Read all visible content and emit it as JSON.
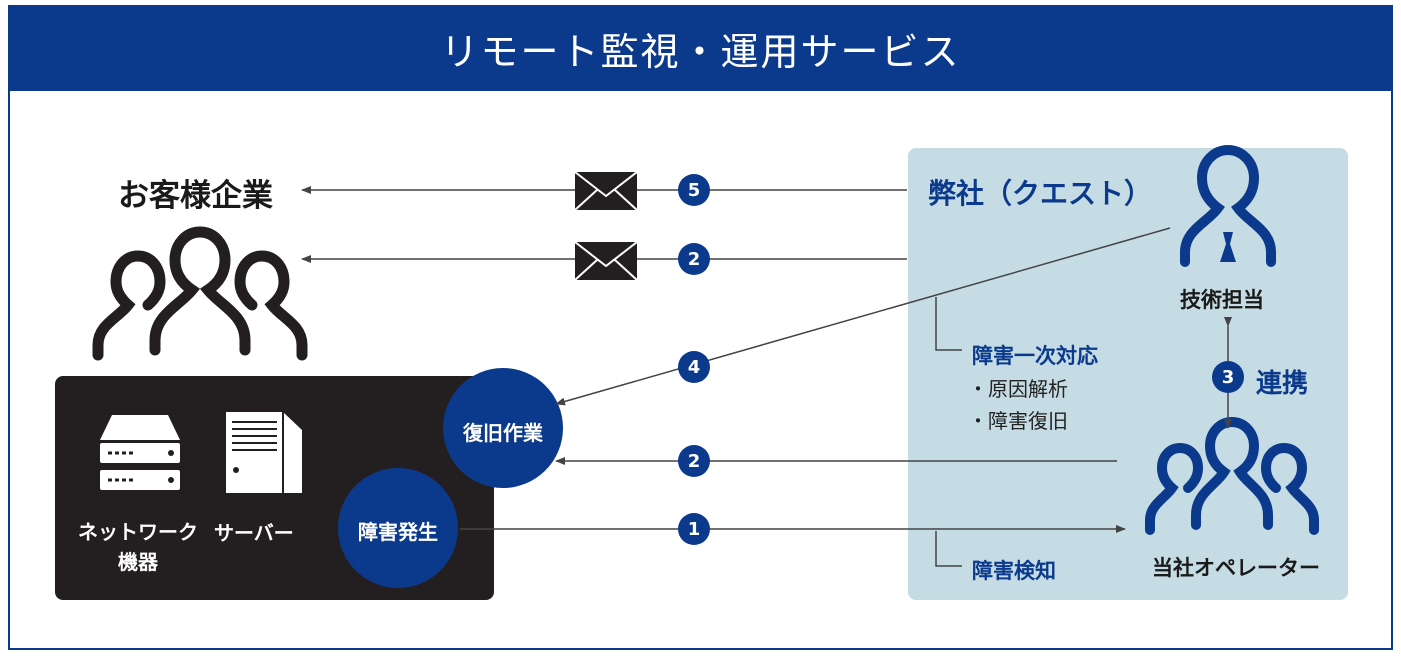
{
  "title": "リモート監視・運用サービス",
  "customer": {
    "label": "お客様企業",
    "devices": {
      "network_label_line1": "ネットワーク",
      "network_label_line2": "機器",
      "server_label": "サーバー"
    },
    "failure_label": "障害発生",
    "recovery_label": "復旧作業"
  },
  "company": {
    "label": "弊社（クエスト）",
    "tech_label": "技術担当",
    "operator_label": "当社オペレーター",
    "cooperation_label": "連携",
    "first_response_label": "障害一次対応",
    "first_response_items": [
      "・原因解析",
      "・障害復旧"
    ],
    "detection_label": "障害検知"
  },
  "steps": [
    "1",
    "2",
    "2",
    "3",
    "4",
    "5"
  ],
  "colors": {
    "brand": "#0b3a8c",
    "panel": "#c5dce4",
    "dark_box": "#231f20",
    "line": "#444444"
  }
}
